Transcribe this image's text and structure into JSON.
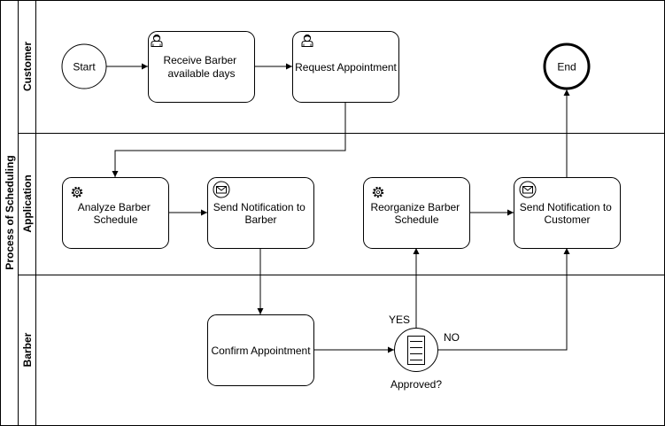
{
  "pool": {
    "label": "Process of Scheduling"
  },
  "lanes": [
    {
      "id": "customer",
      "label": "Customer"
    },
    {
      "id": "application",
      "label": "Application"
    },
    {
      "id": "barber",
      "label": "Barber"
    }
  ],
  "events": {
    "start": {
      "label": "Start"
    },
    "end": {
      "label": "End"
    }
  },
  "tasks": {
    "receive": {
      "lines": [
        "Receive Barber",
        "available days"
      ],
      "icon": "user-icon"
    },
    "request": {
      "lines": [
        "Request Appointment"
      ],
      "icon": "user-icon"
    },
    "analyze": {
      "lines": [
        "Analyze Barber",
        "Schedule"
      ],
      "icon": "gear-icon"
    },
    "notify_barber": {
      "lines": [
        "Send Notification to",
        "Barber"
      ],
      "icon": "envelope-icon"
    },
    "reorganize": {
      "lines": [
        "Reorganize Barber",
        "Schedule"
      ],
      "icon": "gear-icon"
    },
    "notify_customer": {
      "lines": [
        "Send Notification to",
        "Customer"
      ],
      "icon": "envelope-icon"
    },
    "confirm": {
      "lines": [
        "Confirm Appointment"
      ],
      "icon": ""
    }
  },
  "gateway": {
    "label": "Approved?",
    "yes_label": "YES",
    "no_label": "NO"
  },
  "colors": {
    "stroke": "#000000",
    "fill": "#ffffff"
  }
}
